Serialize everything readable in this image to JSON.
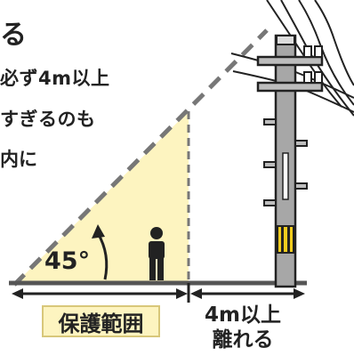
{
  "text": {
    "title_fragment": "る",
    "rule_line1": "必ず4m以上",
    "rule_line2": "すぎるのも",
    "rule_line3": "内に",
    "angle": "45°",
    "protection_zone": "保護範囲",
    "distance_line1": "4m以上",
    "distance_line2": "離れる"
  },
  "colors": {
    "zone_fill": "#fdf4c0",
    "zone_border": "#d8c77a",
    "pole_body": "#a7a7a7",
    "pole_stripe": "#f2cc1e",
    "dash_line": "#707070",
    "ink": "#222222"
  },
  "icons": [
    "person-icon",
    "utility-pole-icon",
    "angle-arrow-icon",
    "dimension-arrow-icon"
  ]
}
